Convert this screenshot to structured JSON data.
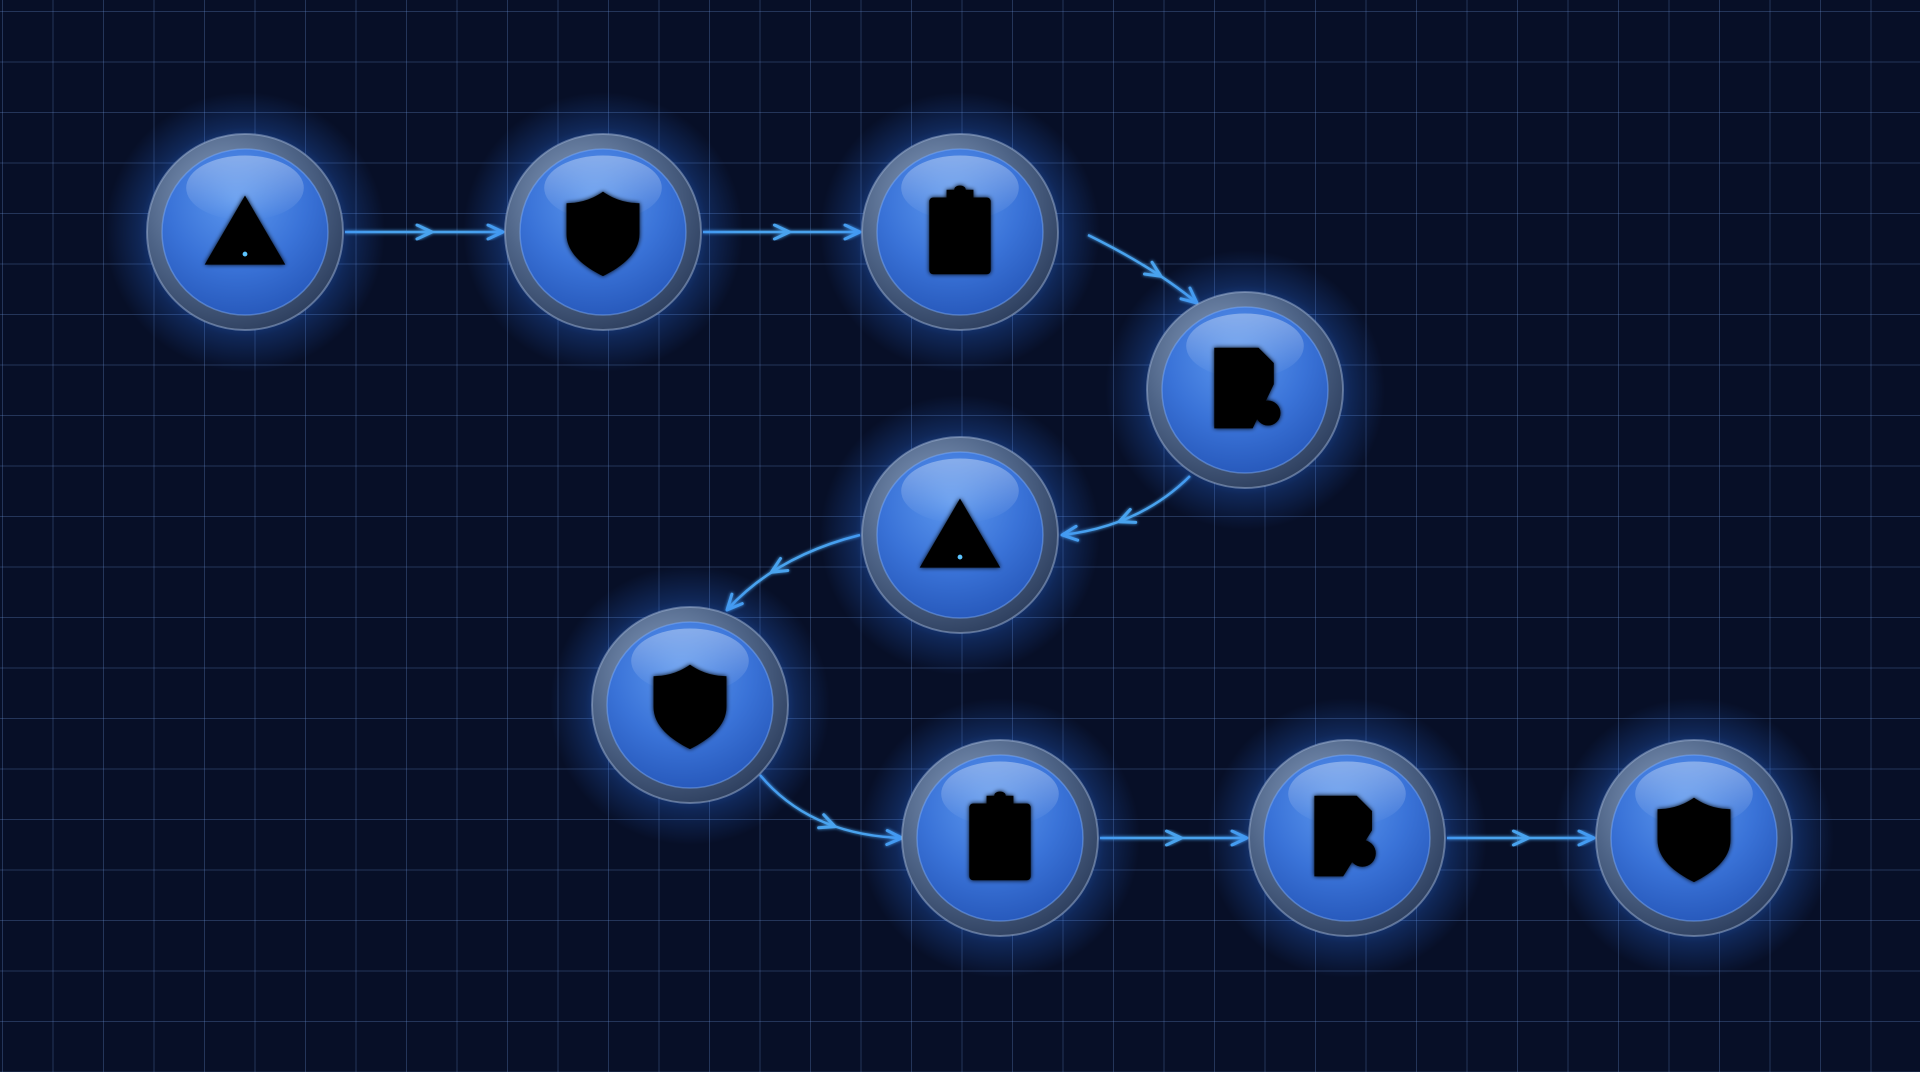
{
  "colors": {
    "background": "#070f27",
    "grid": "#6e96dc",
    "node_glow": "#2f7bff",
    "node_fill": "#3a78e0",
    "icon_stroke": "#5cc4ff",
    "connector": "#4aa3ee"
  },
  "nodes": [
    {
      "id": "n1",
      "icon": "warning-triangle-icon"
    },
    {
      "id": "n2",
      "icon": "shield-icon"
    },
    {
      "id": "n3",
      "icon": "clipboard-checklist-icon"
    },
    {
      "id": "n4",
      "icon": "document-gear-icon"
    },
    {
      "id": "n5",
      "icon": "warning-triangle-icon"
    },
    {
      "id": "n6",
      "icon": "shield-icon"
    },
    {
      "id": "n7",
      "icon": "clipboard-checklist-icon"
    },
    {
      "id": "n8",
      "icon": "document-search-icon"
    },
    {
      "id": "n9",
      "icon": "shield-check-icon"
    }
  ],
  "edges": [
    {
      "from": "n1",
      "to": "n2"
    },
    {
      "from": "n2",
      "to": "n3"
    },
    {
      "from": "n3",
      "to": "n4"
    },
    {
      "from": "n4",
      "to": "n5"
    },
    {
      "from": "n5",
      "to": "n6"
    },
    {
      "from": "n6",
      "to": "n7"
    },
    {
      "from": "n7",
      "to": "n8"
    },
    {
      "from": "n8",
      "to": "n9"
    }
  ]
}
